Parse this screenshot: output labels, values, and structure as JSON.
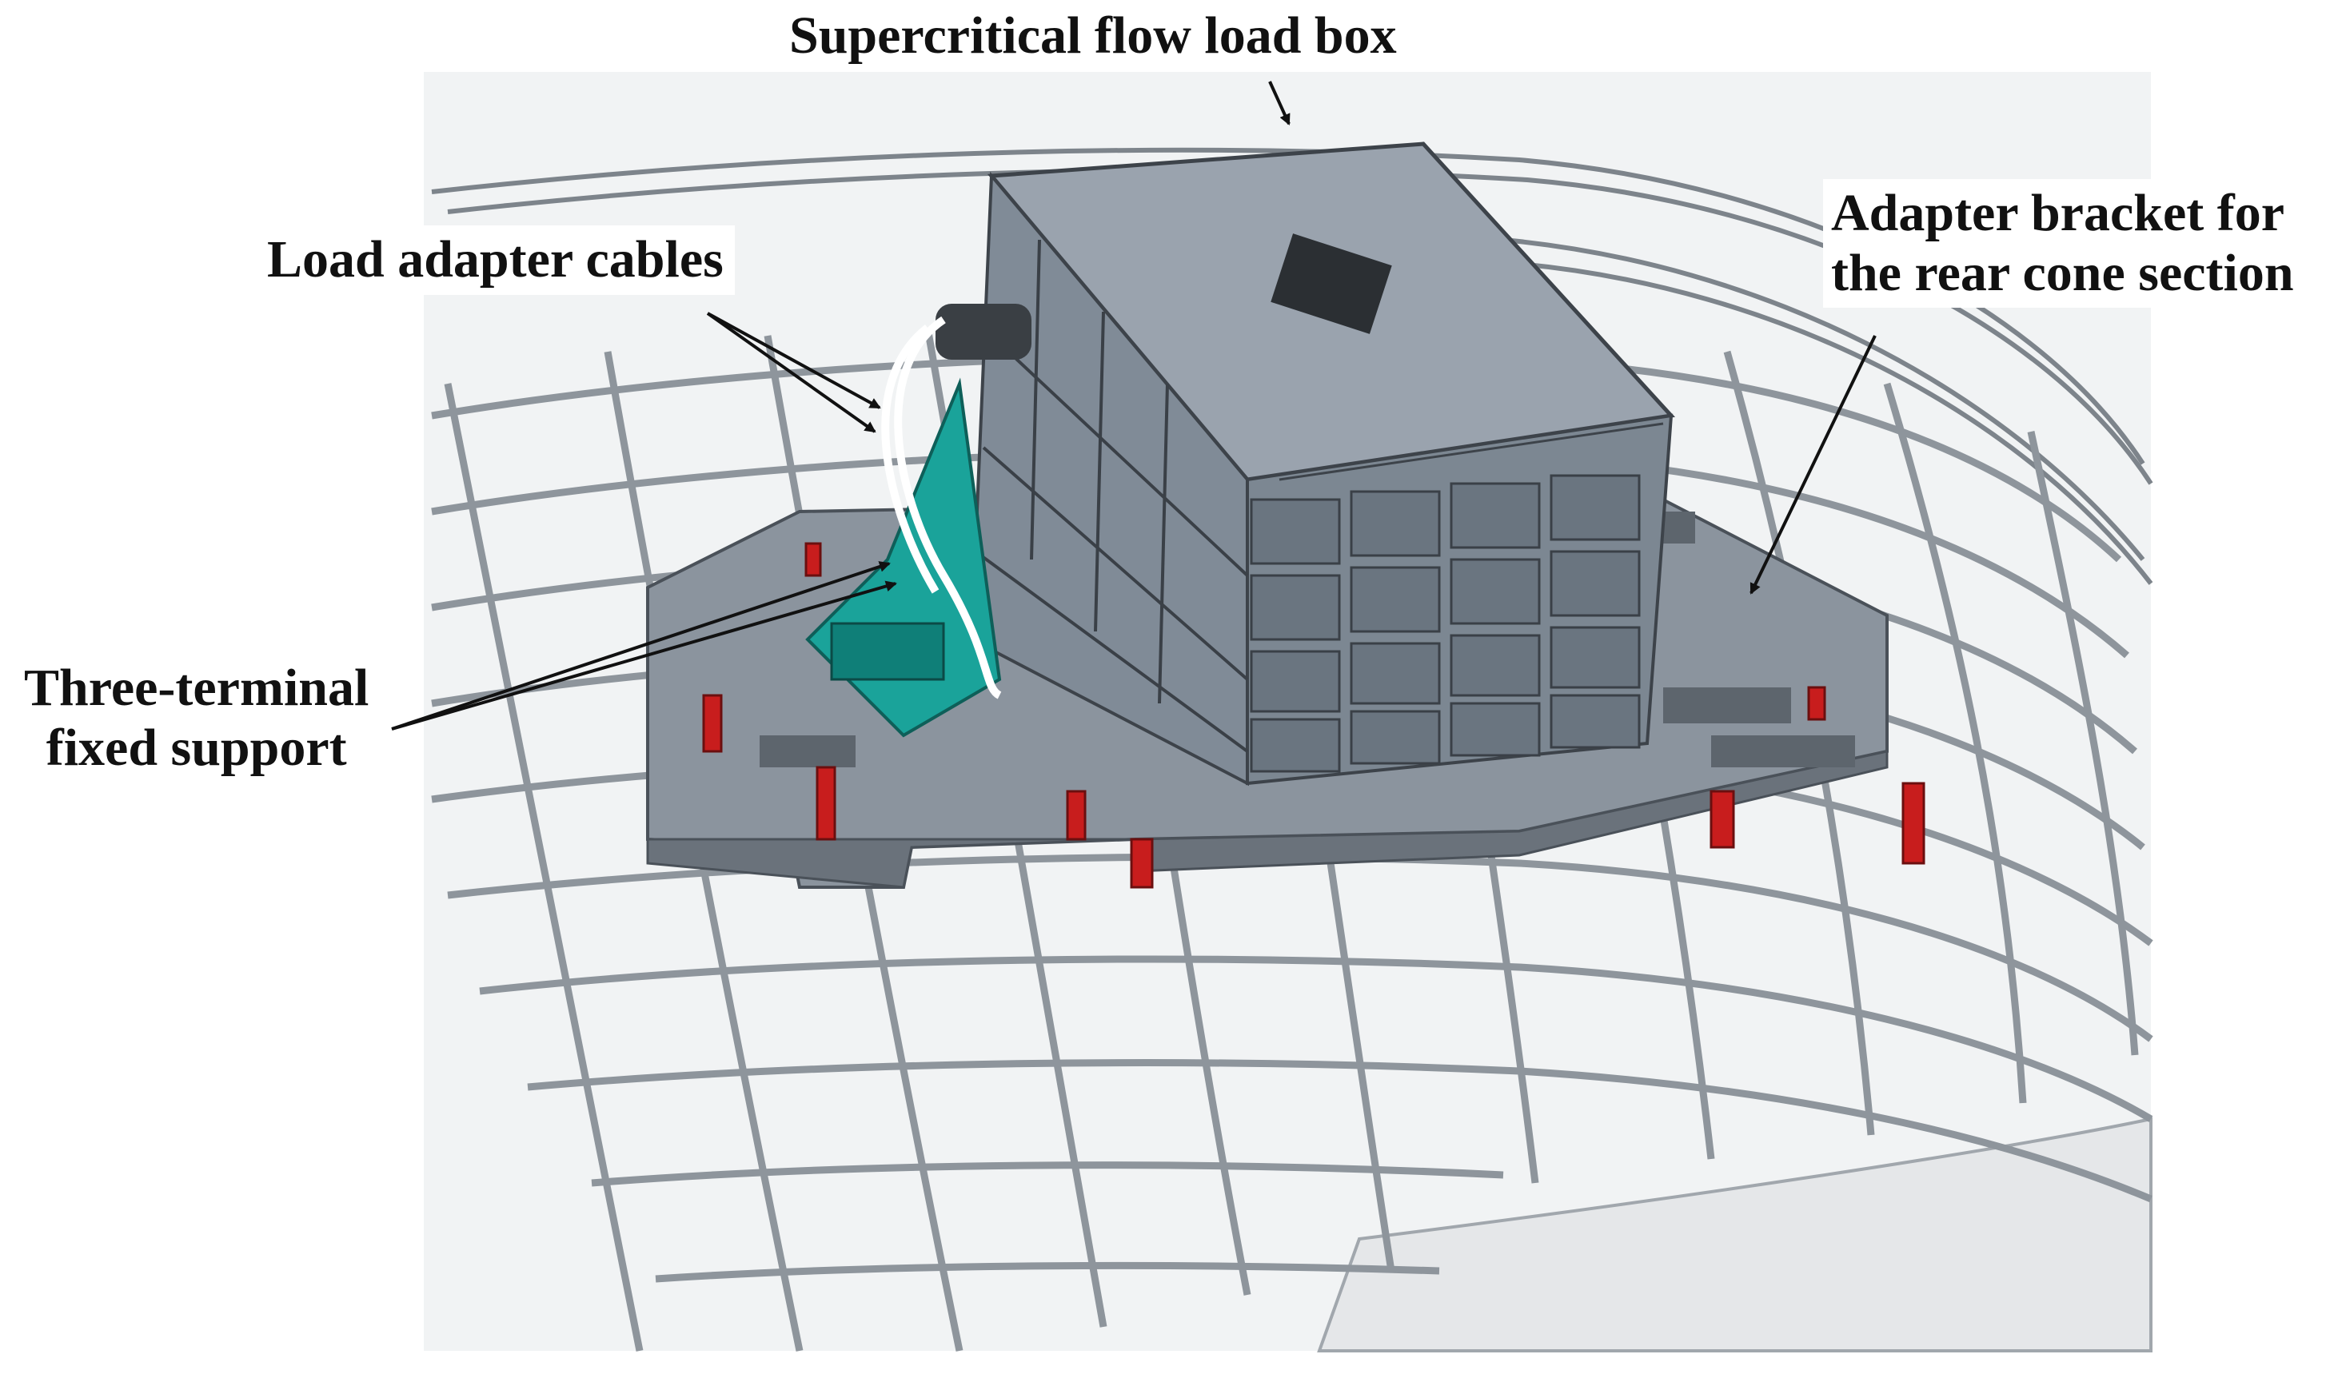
{
  "figure": {
    "labels": {
      "box": "Supercritical flow load box",
      "cables": "Load adapter cables",
      "bracket": [
        "Adapter bracket for",
        "the rear cone section"
      ],
      "support": [
        "Three-terminal",
        "fixed support"
      ]
    },
    "colors": {
      "background": "#ffffff",
      "panel": "#f1f3f4",
      "grid_rib": "#9aa0a6",
      "box_body": "#808b97",
      "box_cell": "#6a7580",
      "box_top": "#9aa3ae",
      "bracket": "#8b949e",
      "support_fixture": "#1aa39a",
      "red_posts": "#c81d1d",
      "text": "#111111"
    },
    "icons": [
      "arrow-pointer"
    ]
  }
}
